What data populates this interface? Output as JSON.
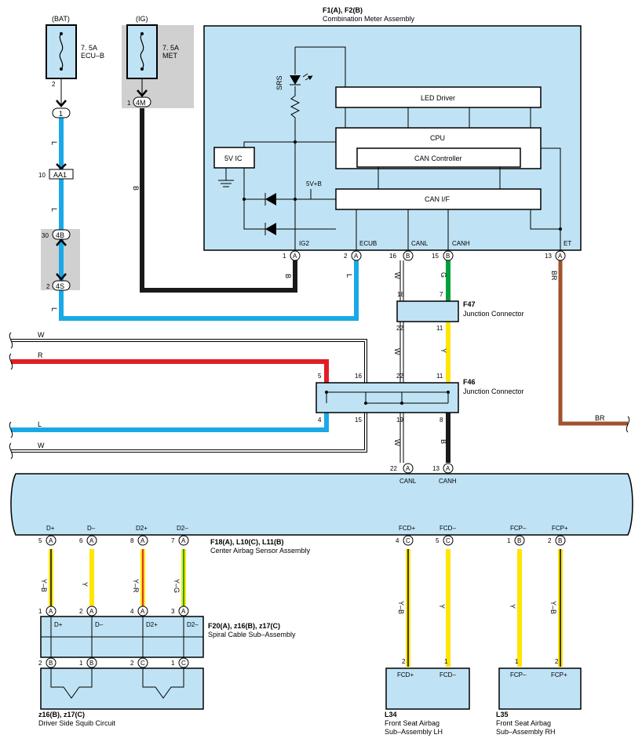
{
  "fuses": {
    "bat": {
      "label": "(BAT)",
      "rating": "7. 5A",
      "name": "ECU–B",
      "pin": "2"
    },
    "ig": {
      "label": "(IG)",
      "rating": "7. 5A",
      "name": "MET",
      "pin": "1",
      "connector": "4M"
    }
  },
  "left_connectors": {
    "c1": "1",
    "aa1_pin": "10",
    "aa1": "AA1",
    "c4b_pin": "30",
    "c4b": "4B",
    "c4s_pin": "2",
    "c4s": "4S"
  },
  "wire_colors": {
    "L": "L",
    "B": "B",
    "W": "W",
    "G": "G",
    "Y": "Y",
    "R": "R",
    "BR": "BR",
    "Y_B": "Y–B",
    "Y_R": "Y–R",
    "Y_G": "Y–G"
  },
  "meter": {
    "title": "F1(A), F2(B)",
    "name": "Combination Meter Assembly",
    "led_driver": "LED Driver",
    "cpu": "CPU",
    "can_controller": "CAN Controller",
    "can_if": "CAN I/F",
    "ic5v": "5V IC",
    "v5b": "5V+B",
    "srs": "SRS",
    "pins": [
      {
        "name": "IG2",
        "num": "1",
        "side": "A"
      },
      {
        "name": "ECUB",
        "num": "2",
        "side": "A"
      },
      {
        "name": "CANL",
        "num": "16",
        "side": "B"
      },
      {
        "name": "CANH",
        "num": "15",
        "side": "B"
      },
      {
        "name": "ET",
        "num": "13",
        "side": "A"
      }
    ]
  },
  "f47": {
    "id": "F47",
    "name": "Junction Connector",
    "p18": "18",
    "p7": "7",
    "p22": "22",
    "p11": "11"
  },
  "f46": {
    "id": "F46",
    "name": "Junction Connector",
    "p5": "5",
    "p16": "16",
    "p22": "22",
    "p11": "11",
    "p4": "4",
    "p15": "15",
    "p19": "19",
    "p8": "8"
  },
  "center": {
    "title": "F18(A), L10(C), L11(B)",
    "name": "Center Airbag Sensor Assembly",
    "top_pins": [
      {
        "name": "CANL",
        "num": "22",
        "side": "A"
      },
      {
        "name": "CANH",
        "num": "13",
        "side": "A"
      }
    ],
    "bottom_pins": [
      {
        "name": "D+",
        "num": "5",
        "side": "A"
      },
      {
        "name": "D–",
        "num": "6",
        "side": "A"
      },
      {
        "name": "D2+",
        "num": "8",
        "side": "A"
      },
      {
        "name": "D2–",
        "num": "7",
        "side": "A"
      },
      {
        "name": "FCD+",
        "num": "4",
        "side": "C"
      },
      {
        "name": "FCD–",
        "num": "5",
        "side": "C"
      },
      {
        "name": "FCP–",
        "num": "1",
        "side": "B"
      },
      {
        "name": "FCP+",
        "num": "2",
        "side": "B"
      }
    ]
  },
  "spiral": {
    "title": "F20(A), z16(B), z17(C)",
    "name": "Spiral Cable Sub–Assembly",
    "top_pins": [
      {
        "name": "D+",
        "num": "1",
        "side": "A"
      },
      {
        "name": "D–",
        "num": "2",
        "side": "A"
      },
      {
        "name": "D2+",
        "num": "4",
        "side": "A"
      },
      {
        "name": "D2–",
        "num": "3",
        "side": "A"
      }
    ],
    "bottom_pins": [
      {
        "num": "2",
        "side": "B"
      },
      {
        "num": "1",
        "side": "B"
      },
      {
        "num": "2",
        "side": "C"
      },
      {
        "num": "1",
        "side": "C"
      }
    ]
  },
  "squib": {
    "title": "z16(B), z17(C)",
    "name": "Driver Side Squib Circuit"
  },
  "l34": {
    "id": "L34",
    "name1": "Front Seat Airbag",
    "name2": "Sub–Assembly LH",
    "p2": "2",
    "p1": "1",
    "pin_a": "FCD+",
    "pin_b": "FCD–"
  },
  "l35": {
    "id": "L35",
    "name1": "Front Seat Airbag",
    "name2": "Sub–Assembly RH",
    "p1": "1",
    "p2": "2",
    "pin_a": "FCP–",
    "pin_b": "FCP+"
  },
  "colors": {
    "box": "#bfe3f5",
    "blue": "#1aa9e6",
    "black": "#1a1a1a",
    "red": "#e01e26",
    "yellow": "#ffe500",
    "green": "#00a03c",
    "brown": "#a0522d",
    "gray": "#d0d0d0"
  }
}
